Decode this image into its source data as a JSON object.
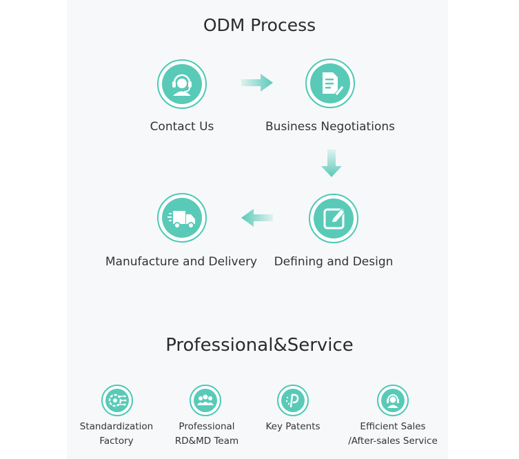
{
  "odm": {
    "title": "ODM Process",
    "steps": [
      {
        "label": "Contact Us",
        "icon": "headset-icon"
      },
      {
        "label": "Business Negotiations",
        "icon": "document-pen-icon"
      },
      {
        "label": "Defining and Design",
        "icon": "edit-icon"
      },
      {
        "label": "Manufacture and Delivery",
        "icon": "truck-icon"
      }
    ]
  },
  "service": {
    "title": "Professional&Service",
    "items": [
      {
        "line1": "Standardization",
        "line2": "Factory",
        "icon": "gear-circuit-icon"
      },
      {
        "line1": "Professional",
        "line2": "RD&MD Team",
        "icon": "team-icon"
      },
      {
        "line1": "Key Patents",
        "line2": "",
        "icon": "patent-icon"
      },
      {
        "line1": "Efficient Sales",
        "line2": "/After-sales Service",
        "icon": "headset-icon"
      }
    ]
  },
  "colors": {
    "accent": "#4cc9b5",
    "fill": "#59cab8",
    "panel": "#f7f8fa"
  }
}
